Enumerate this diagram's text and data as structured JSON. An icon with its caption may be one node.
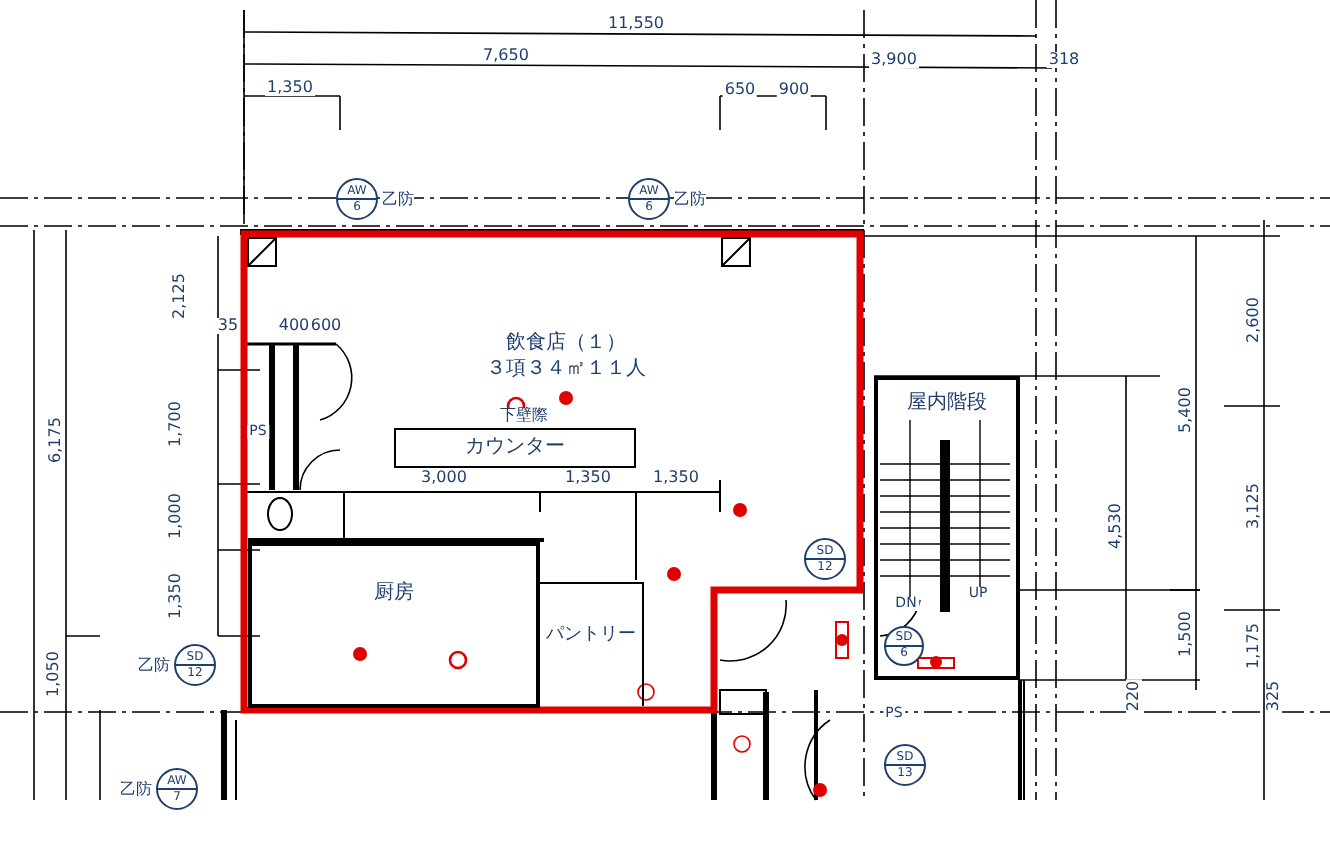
{
  "diagram": {
    "nodes": [
      {
        "text": [
          "飲食店（１）",
          "３項３４㎡１１人"
        ]
      },
      {
        "text": [
          "カウンター"
        ],
        "in": 0
      },
      {
        "text": [
          "厨房"
        ],
        "in": 0
      },
      {
        "text": [
          "パントリー"
        ],
        "in": 0
      },
      {
        "text": [
          "AW",
          "6"
        ],
        "beside": [
          "乙防"
        ]
      },
      {
        "text": [
          "AW",
          "6"
        ],
        "beside": [
          "乙防"
        ]
      },
      {
        "text": [
          "屋内階段"
        ]
      },
      {
        "text": [
          "SD",
          "12"
        ],
        "in": 0
      },
      {
        "text": [
          "SD",
          "12"
        ],
        "beside": [
          "乙防"
        ]
      },
      {
        "text": [
          "SD",
          "6"
        ],
        "in": 6
      },
      {
        "text": [
          "AW",
          "7"
        ],
        "beside": [
          "乙防"
        ]
      },
      {
        "text": [
          "SD",
          "13"
        ]
      }
    ],
    "labels": [
      "11,550",
      "7,650",
      "3,900",
      "318",
      "1,350",
      "650",
      "900",
      "35",
      "400",
      "600",
      "2,125",
      "2,600",
      "下壁際",
      "PS",
      "1,700",
      "5,400",
      "3,000",
      "1,350",
      "1,350",
      "1,000",
      "6,175",
      "3,125",
      "4,530",
      "UP",
      "DN",
      "1,350",
      "1,500",
      "1,175",
      "1,050",
      "220",
      "325",
      "PS"
    ]
  }
}
